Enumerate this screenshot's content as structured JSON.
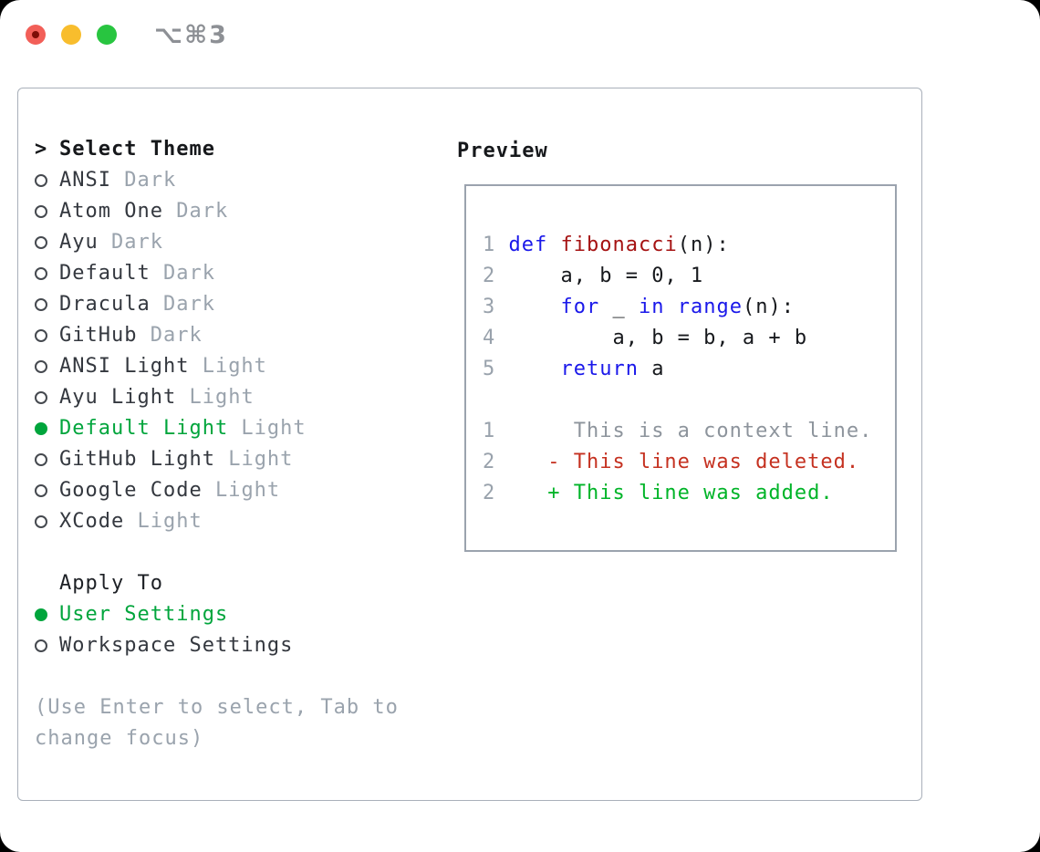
{
  "window": {
    "title": "⌥⌘3"
  },
  "titlebar": {
    "buttons": [
      "close",
      "minimize",
      "zoom"
    ]
  },
  "theme_panel": {
    "header": {
      "prefix": ">",
      "label": "Select Theme"
    },
    "items": [
      {
        "name": "ANSI",
        "variant": "Dark",
        "selected": false
      },
      {
        "name": "Atom One",
        "variant": "Dark",
        "selected": false
      },
      {
        "name": "Ayu",
        "variant": "Dark",
        "selected": false
      },
      {
        "name": "Default",
        "variant": "Dark",
        "selected": false
      },
      {
        "name": "Dracula",
        "variant": "Dark",
        "selected": false
      },
      {
        "name": "GitHub",
        "variant": "Dark",
        "selected": false
      },
      {
        "name": "ANSI Light",
        "variant": "Light",
        "selected": false
      },
      {
        "name": "Ayu Light",
        "variant": "Light",
        "selected": false
      },
      {
        "name": "Default Light",
        "variant": "Light",
        "selected": true
      },
      {
        "name": "GitHub Light",
        "variant": "Light",
        "selected": false
      },
      {
        "name": "Google Code",
        "variant": "Light",
        "selected": false
      },
      {
        "name": "XCode",
        "variant": "Light",
        "selected": false
      }
    ],
    "apply_to": {
      "label": "Apply To",
      "options": [
        {
          "name": "User Settings",
          "selected": true
        },
        {
          "name": "Workspace Settings",
          "selected": false
        }
      ]
    },
    "hint_lines": [
      "(Use Enter to select, Tab to",
      "change focus)"
    ]
  },
  "preview": {
    "title": "Preview",
    "lines": [
      {
        "tokens": [
          {
            "t": "1",
            "c": "ln"
          },
          {
            "t": " ",
            "c": "pl"
          },
          {
            "t": "def",
            "c": "kw"
          },
          {
            "t": " ",
            "c": "pl"
          },
          {
            "t": "fibonacci",
            "c": "fn"
          },
          {
            "t": "(n):",
            "c": "pl"
          }
        ]
      },
      {
        "tokens": [
          {
            "t": "2",
            "c": "ln"
          },
          {
            "t": "     a, b = 0, 1",
            "c": "pl"
          }
        ]
      },
      {
        "tokens": [
          {
            "t": "3",
            "c": "ln"
          },
          {
            "t": "     ",
            "c": "pl"
          },
          {
            "t": "for",
            "c": "kw"
          },
          {
            "t": " _ ",
            "c": "pl"
          },
          {
            "t": "in",
            "c": "kw"
          },
          {
            "t": " ",
            "c": "pl"
          },
          {
            "t": "range",
            "c": "kw"
          },
          {
            "t": "(n):",
            "c": "pl"
          }
        ]
      },
      {
        "tokens": [
          {
            "t": "4",
            "c": "ln"
          },
          {
            "t": "         a, b = b, a + b",
            "c": "pl"
          }
        ]
      },
      {
        "tokens": [
          {
            "t": "5",
            "c": "ln"
          },
          {
            "t": "     ",
            "c": "pl"
          },
          {
            "t": "return",
            "c": "kw"
          },
          {
            "t": " a",
            "c": "pl"
          }
        ]
      },
      {
        "tokens": []
      },
      {
        "tokens": [
          {
            "t": "1",
            "c": "ln"
          },
          {
            "t": "      This is a context line.",
            "c": "ctx"
          }
        ]
      },
      {
        "tokens": [
          {
            "t": "2",
            "c": "ln"
          },
          {
            "t": "    - This line was deleted.",
            "c": "del"
          }
        ]
      },
      {
        "tokens": [
          {
            "t": "2",
            "c": "ln"
          },
          {
            "t": "    + This line was added.",
            "c": "add"
          }
        ]
      }
    ]
  },
  "colors": {
    "selected_green": "#00a53c",
    "added_green": "#00b428",
    "deleted_red": "#c53120",
    "keyword_blue": "#1a18ea",
    "function_red": "#a51212",
    "muted_gray": "#9aa3ad",
    "traffic_red": "#f25f58",
    "traffic_yellow": "#f8bd2d",
    "traffic_green": "#28c540"
  }
}
